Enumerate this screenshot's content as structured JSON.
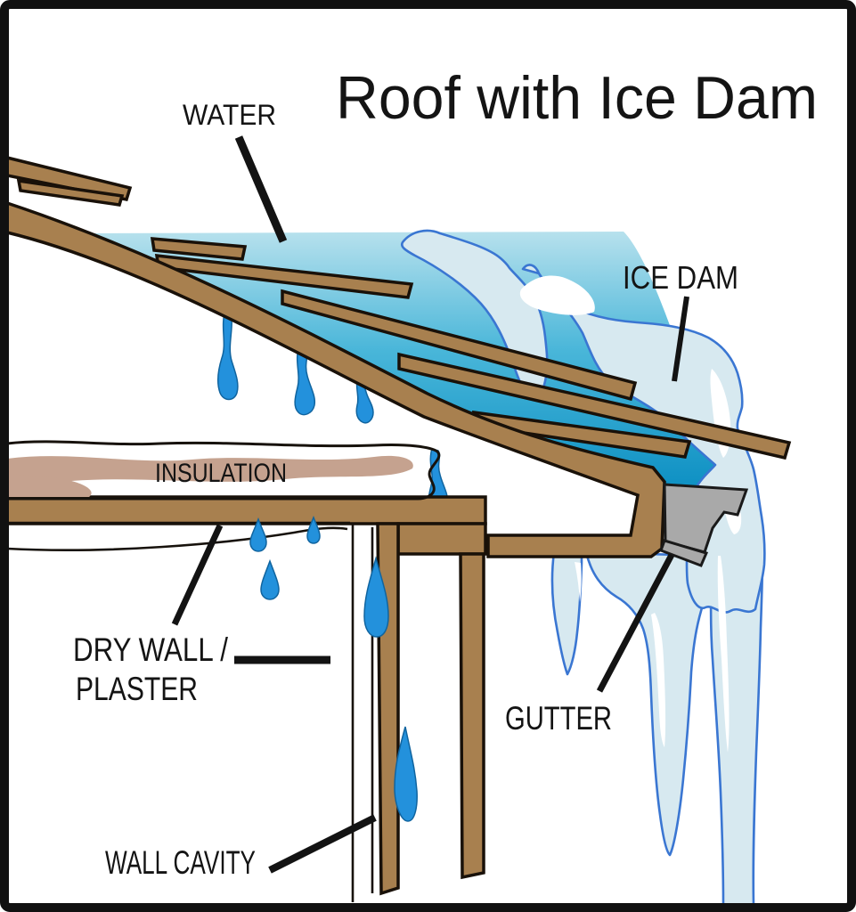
{
  "diagram": {
    "title": "Roof with Ice Dam",
    "labels": {
      "water": "WATER",
      "ice_dam": "ICE DAM",
      "insulation": "INSULATION",
      "drywall": "DRY WALL /",
      "plaster": "PLASTER",
      "gutter": "GUTTER",
      "wall_cavity": "WALL CAVITY"
    },
    "colors": {
      "wood": "#a8804f",
      "water_surface": "#b7e1ed",
      "water_mid": "#49b6d9",
      "water_deep": "#0a8ec2",
      "ice_fill": "#d7e9f0",
      "ice_outline": "#3a76d2",
      "drip_blue": "#2391dc",
      "insulation_fill": "#d9c3b2",
      "insulation_shadow": "#c5a28f",
      "gutter_gray": "#a9a9a9",
      "line_black": "#141414"
    }
  }
}
